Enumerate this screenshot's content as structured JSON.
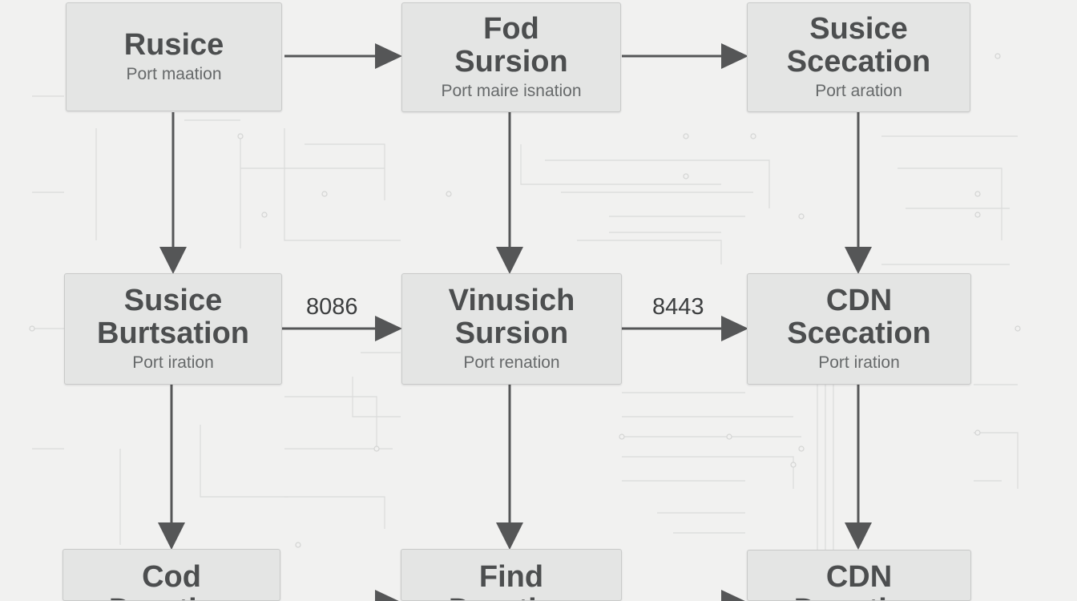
{
  "diagram": {
    "nodes": [
      {
        "id": "n1",
        "title": [
          "Rusice"
        ],
        "subtitle": "Port maation"
      },
      {
        "id": "n2",
        "title": [
          "Fod",
          "Sursion"
        ],
        "subtitle": "Port maire isnation"
      },
      {
        "id": "n3",
        "title": [
          "Susice",
          "Scecation"
        ],
        "subtitle": "Port aration"
      },
      {
        "id": "n4",
        "title": [
          "Susice",
          "Burtsation"
        ],
        "subtitle": "Port iration"
      },
      {
        "id": "n5",
        "title": [
          "Vinusich",
          "Sursion"
        ],
        "subtitle": "Port renation"
      },
      {
        "id": "n6",
        "title": [
          "CDN",
          "Scecation"
        ],
        "subtitle": "Port iration"
      },
      {
        "id": "n7",
        "title": [
          "Cod",
          "Doration"
        ],
        "subtitle": ""
      },
      {
        "id": "n8",
        "title": [
          "Find",
          "Doration"
        ],
        "subtitle": ""
      },
      {
        "id": "n9",
        "title": [
          "CDN",
          "Dosation"
        ],
        "subtitle": ""
      }
    ],
    "edge_labels": {
      "n4_n5": "8086",
      "n5_n6": "8443"
    },
    "colors": {
      "background": "#f1f1f0",
      "node_fill": "#e4e5e4",
      "node_border": "#c9cac9",
      "arrow": "#555657",
      "circuit": "#d9dad9"
    }
  }
}
